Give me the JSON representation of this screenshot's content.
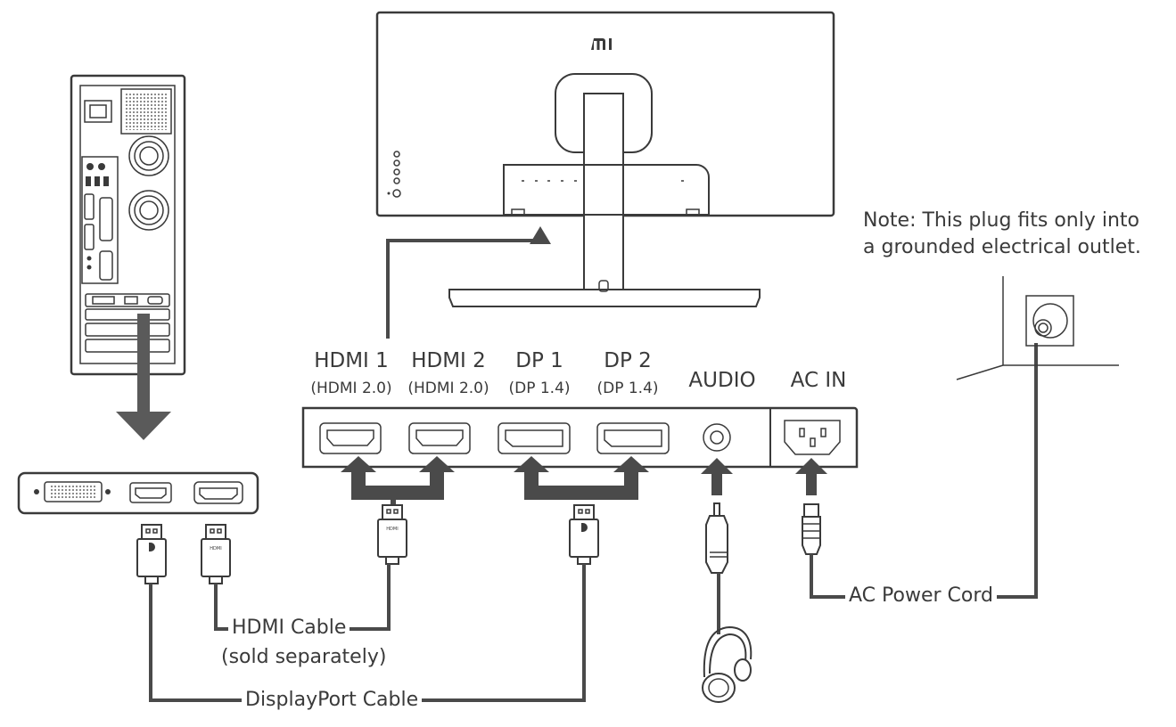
{
  "monitor": {
    "brand": "mi"
  },
  "ports": [
    {
      "name": "HDMI 1",
      "version": "(HDMI 2.0)"
    },
    {
      "name": "HDMI 2",
      "version": "(HDMI 2.0)"
    },
    {
      "name": "DP 1",
      "version": "(DP 1.4)"
    },
    {
      "name": "DP 2",
      "version": "(DP 1.4)"
    },
    {
      "name": "AUDIO"
    },
    {
      "name": "AC IN"
    }
  ],
  "cables": {
    "hdmi_line1": "HDMI Cable",
    "hdmi_line2": "(sold separately)",
    "displayport": "DisplayPort Cable",
    "power": "AC Power Cord"
  },
  "connector_marks": {
    "hdmi": "HDMI"
  },
  "note": {
    "line1": "Note: This plug fits only into",
    "line2": "a grounded electrical outlet."
  },
  "colors": {
    "stroke": "#3a3a3a",
    "arrow": "#4a4a4a",
    "background": "#ffffff"
  }
}
